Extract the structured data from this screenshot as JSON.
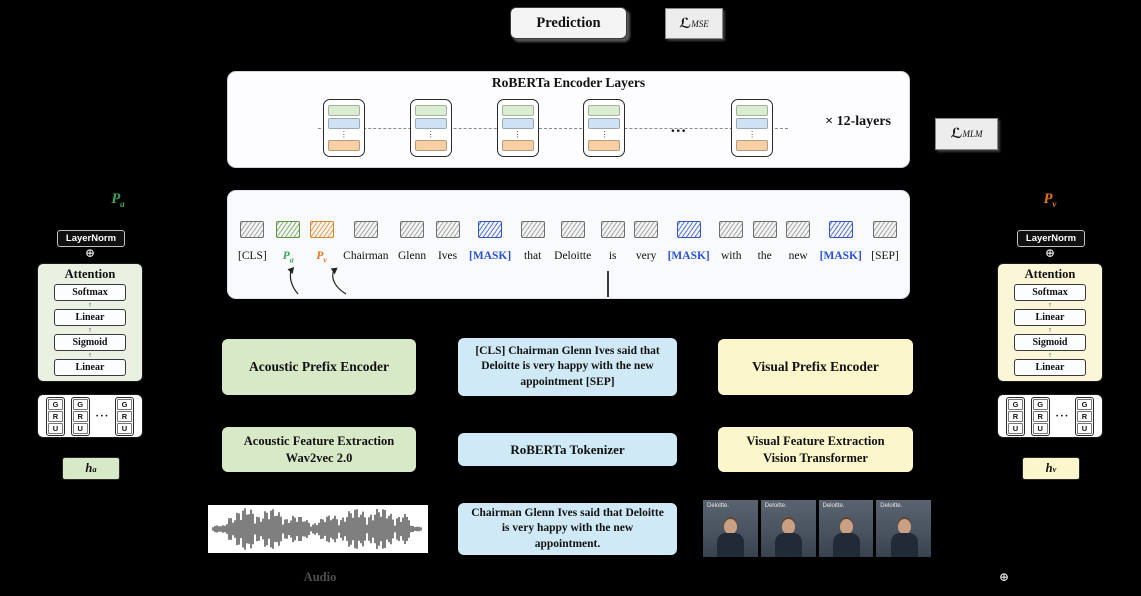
{
  "colors": {
    "background": "#000000",
    "acoustic_green": "#3aa558",
    "visual_orange": "#e0761a",
    "mask_blue": "#2b52d4",
    "box_green": "#d8e9c8",
    "box_blue": "#cfeaf6",
    "box_yellow": "#fbf6cb",
    "attention_green_bg": "#e8f1e2",
    "attention_yellow_bg": "#fbf6d8"
  },
  "prediction": {
    "label": "Prediction"
  },
  "losses": {
    "mse": {
      "base": "ℒ",
      "sub": "MSE"
    },
    "mlm": {
      "base": "ℒ",
      "sub": "MLM"
    }
  },
  "encoder": {
    "title": "RoBERTa Encoder Layers",
    "multiplier": "× 12-layers",
    "stack_count": 5
  },
  "tokens": [
    {
      "label": "[CLS]",
      "style": "plain"
    },
    {
      "label": "P",
      "sub": "a",
      "style": "acoustic"
    },
    {
      "label": "P",
      "sub": "v",
      "style": "visual"
    },
    {
      "label": "Chairman",
      "style": "plain"
    },
    {
      "label": "Glenn",
      "style": "plain"
    },
    {
      "label": "Ives",
      "style": "plain"
    },
    {
      "label": "[MASK]",
      "style": "mask"
    },
    {
      "label": "that",
      "style": "plain"
    },
    {
      "label": "Deloitte",
      "style": "plain"
    },
    {
      "label": "is",
      "style": "plain"
    },
    {
      "label": "very",
      "style": "plain"
    },
    {
      "label": "[MASK]",
      "style": "mask"
    },
    {
      "label": "with",
      "style": "plain"
    },
    {
      "label": "the",
      "style": "plain"
    },
    {
      "label": "new",
      "style": "plain"
    },
    {
      "label": "[MASK]",
      "style": "mask"
    },
    {
      "label": "[SEP]",
      "style": "plain"
    }
  ],
  "operators": {
    "add": "⊕"
  },
  "decor": {
    "vdots": "⋮",
    "up_arrow": "↑",
    "ellipsis": "…",
    "gru_ellipsis": "···"
  },
  "acoustic_branch": {
    "prefix_label": "P",
    "prefix_sub": "a",
    "layernorm": "LayerNorm",
    "attention": {
      "title": "Attention",
      "layers": [
        "Softmax",
        "Linear",
        "Sigmoid",
        "Linear"
      ]
    },
    "gru": {
      "letters": [
        "G",
        "R",
        "U"
      ],
      "cells": 3
    },
    "hidden_label": "h",
    "hidden_sub": "a"
  },
  "visual_branch": {
    "prefix_label": "P",
    "prefix_sub": "v",
    "layernorm": "LayerNorm",
    "attention": {
      "title": "Attention",
      "layers": [
        "Softmax",
        "Linear",
        "Sigmoid",
        "Linear"
      ]
    },
    "gru": {
      "letters": [
        "G",
        "R",
        "U"
      ],
      "cells": 3
    },
    "hidden_label": "h",
    "hidden_sub": "v"
  },
  "pipeline": {
    "acoustic_prefix_encoder": "Acoustic Prefix Encoder",
    "tokenized_text": "[CLS] Chairman Glenn Ives said that Deloitte is very happy with the new appointment [SEP]",
    "visual_prefix_encoder": "Visual Prefix Encoder",
    "acoustic_extraction": {
      "line1": "Acoustic Feature Extraction",
      "line2": "Wav2vec 2.0"
    },
    "tokenizer": "RoBERTa Tokenizer",
    "visual_extraction": {
      "line1": "Visual Feature Extraction",
      "line2": "Vision Transformer"
    }
  },
  "inputs": {
    "audio_label": "Audio",
    "transcript": "Chairman Glenn Ives said that Deloitte is very happy with the new appointment.",
    "video_frame_count": 4,
    "video_watermark": "Deloitte."
  }
}
